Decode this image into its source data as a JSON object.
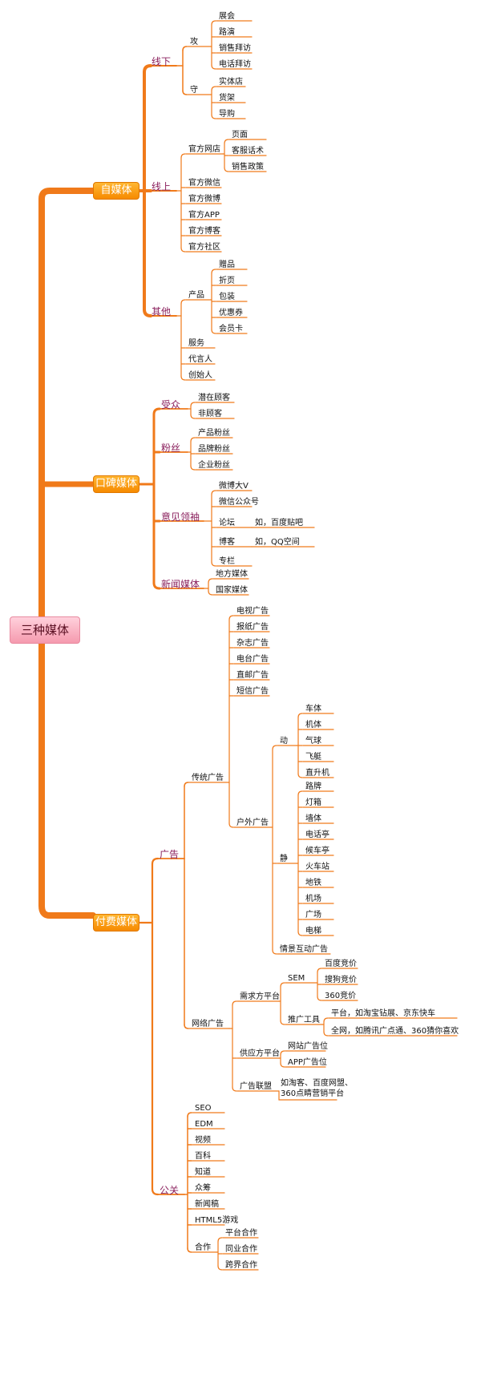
{
  "root": "三种媒体",
  "main_nodes": {
    "self": "自媒体",
    "wom": "口碑媒体",
    "paid": "付费媒体"
  },
  "self_media": {
    "offline": {
      "label": "线下",
      "attack": {
        "label": "攻",
        "items": [
          "展会",
          "路演",
          "销售拜访",
          "电话拜访"
        ]
      },
      "defend": {
        "label": "守",
        "items": [
          "实体店",
          "货架",
          "导购"
        ]
      }
    },
    "online": {
      "label": "线上",
      "store": {
        "label": "官方网店",
        "items": [
          "页面",
          "客服话术",
          "销售政策"
        ]
      },
      "items": [
        "官方微信",
        "官方微博",
        "官方APP",
        "官方博客",
        "官方社区"
      ]
    },
    "other": {
      "label": "其他",
      "product": {
        "label": "产品",
        "items": [
          "赠品",
          "折页",
          "包装",
          "优惠券",
          "会员卡"
        ]
      },
      "items": [
        "服务",
        "代言人",
        "创始人"
      ]
    }
  },
  "wom_media": {
    "audience": {
      "label": "受众",
      "items": [
        "潜在顾客",
        "非顾客"
      ]
    },
    "fans": {
      "label": "粉丝",
      "items": [
        "产品粉丝",
        "品牌粉丝",
        "企业粉丝"
      ]
    },
    "kol": {
      "label": "意见领袖",
      "items": [
        "微博大V",
        "微信公众号",
        "论坛",
        "博客",
        "专栏"
      ],
      "forum_note": "如，百度贴吧",
      "blog_note": "如，QQ空间"
    },
    "news": {
      "label": "新闻媒体",
      "items": [
        "地方媒体",
        "国家媒体"
      ]
    }
  },
  "paid_media": {
    "ads": {
      "label": "广告",
      "traditional": {
        "label": "传统广告",
        "items": [
          "电视广告",
          "报纸广告",
          "杂志广告",
          "电台广告",
          "直邮广告",
          "短信广告"
        ],
        "outdoor": {
          "label": "户外广告",
          "moving": {
            "label": "动",
            "items": [
              "车体",
              "机体",
              "气球",
              "飞艇",
              "直升机"
            ]
          },
          "static": {
            "label": "静",
            "items": [
              "路牌",
              "灯箱",
              "墙体",
              "电话亭",
              "候车亭",
              "火车站",
              "地铁",
              "机场",
              "广场",
              "电梯"
            ]
          },
          "interactive": "情景互动广告"
        }
      },
      "online": {
        "label": "网络广告",
        "dsp": {
          "label": "需求方平台",
          "sem": {
            "label": "SEM",
            "items": [
              "百度竞价",
              "搜狗竞价",
              "360竞价"
            ]
          },
          "promo": {
            "label": "推广工具",
            "items": [
              "平台，如淘宝钻展、京东快车",
              "全网，如腾讯广点通、360猜你喜欢"
            ]
          }
        },
        "ssp": {
          "label": "供应方平台",
          "items": [
            "网站广告位",
            "APP广告位"
          ]
        },
        "network": {
          "label": "广告联盟",
          "note_line1": "如淘客、百度网盟、",
          "note_line2": "360点睛营销平台"
        }
      }
    },
    "pr": {
      "label": "公关",
      "items": [
        "SEO",
        "EDM",
        "视频",
        "百科",
        "知道",
        "众筹",
        "新闻稿",
        "HTML5游戏"
      ],
      "cooperation": {
        "label": "合作",
        "items": [
          "平台合作",
          "同业合作",
          "跨界合作"
        ]
      }
    }
  },
  "colors": {
    "line": "#f07a1a",
    "main_box": "#f68a00",
    "root_box": "#f59aae",
    "l1_text": "#8a1f5c"
  }
}
